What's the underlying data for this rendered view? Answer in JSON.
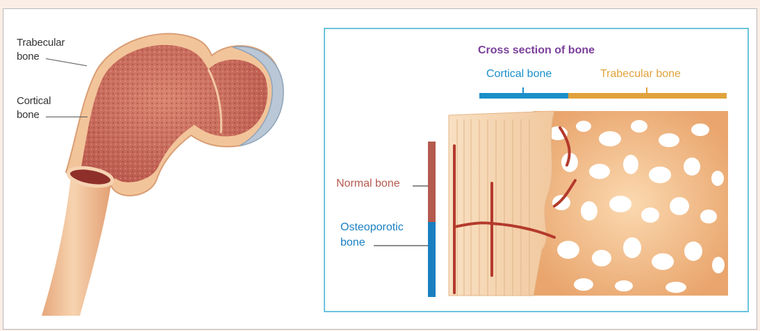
{
  "femur_labels": {
    "trabecular_line1": "Trabecular",
    "trabecular_line2": "bone",
    "cortical_line1": "Cortical",
    "cortical_line2": "bone"
  },
  "cross_section": {
    "title": "Cross section of bone",
    "cortical_label": "Cortical bone",
    "trabecular_label": "Trabecular bone",
    "normal_label": "Normal bone",
    "osteoporotic_line1": "Osteoporotic",
    "osteoporotic_line2": "bone"
  },
  "colors": {
    "title": "#7a3f9a",
    "cortical": "#1a8fc9",
    "trabecular": "#e0a23c",
    "normal_bar": "#b45a4e",
    "osteoporotic_bar": "#1a7fc0",
    "panel_border": "#6cc3dd",
    "bone": "#f3c79a",
    "marrow": "#c2615a"
  }
}
